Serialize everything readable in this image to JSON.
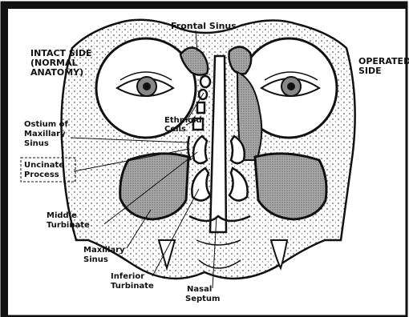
{
  "labels": {
    "frontal_sinus": "Frontal Sinus",
    "intact_side": [
      "INTACT SIDE",
      "(NORMAL",
      "ANATOMY)"
    ],
    "operated_side": [
      "OPERATED",
      "SIDE"
    ],
    "ethmoid_cells": [
      "Ethmoid",
      "Cells"
    ],
    "ostium": [
      "Ostium of",
      "Maxillary",
      "Sinus"
    ],
    "uncinate": [
      "Uncinate",
      "Process"
    ],
    "middle_turbinate": [
      "Middle",
      "Turbinate"
    ],
    "maxillary_sinus": [
      "Maxillary",
      "Sinus"
    ],
    "inferior_turbinate": [
      "Inferior",
      "Turbinate"
    ],
    "nasal_septum": [
      "Nasal",
      "Septum"
    ]
  },
  "colors": {
    "line": "#111111",
    "stipple": "#7a7a7a",
    "shade": "#9a9a9a"
  }
}
